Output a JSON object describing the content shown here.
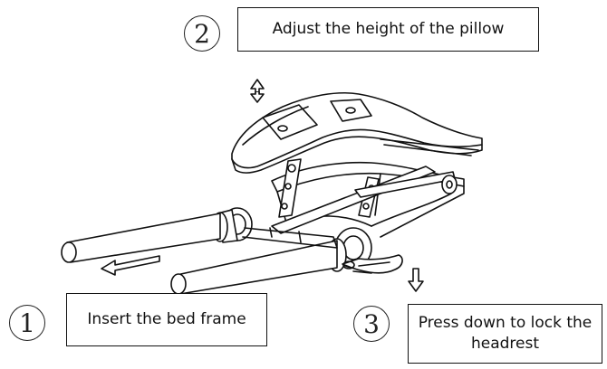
{
  "steps": [
    {
      "number": "2",
      "label": "Adjust the height of the pillow"
    },
    {
      "number": "1",
      "label": "Insert the bed frame"
    },
    {
      "number": "3",
      "label": "Press down to lock the headrest"
    }
  ],
  "icons": {
    "height_adjust": "double-vertical-arrow",
    "insert_direction": "left-arrow",
    "press_down": "down-arrow"
  }
}
